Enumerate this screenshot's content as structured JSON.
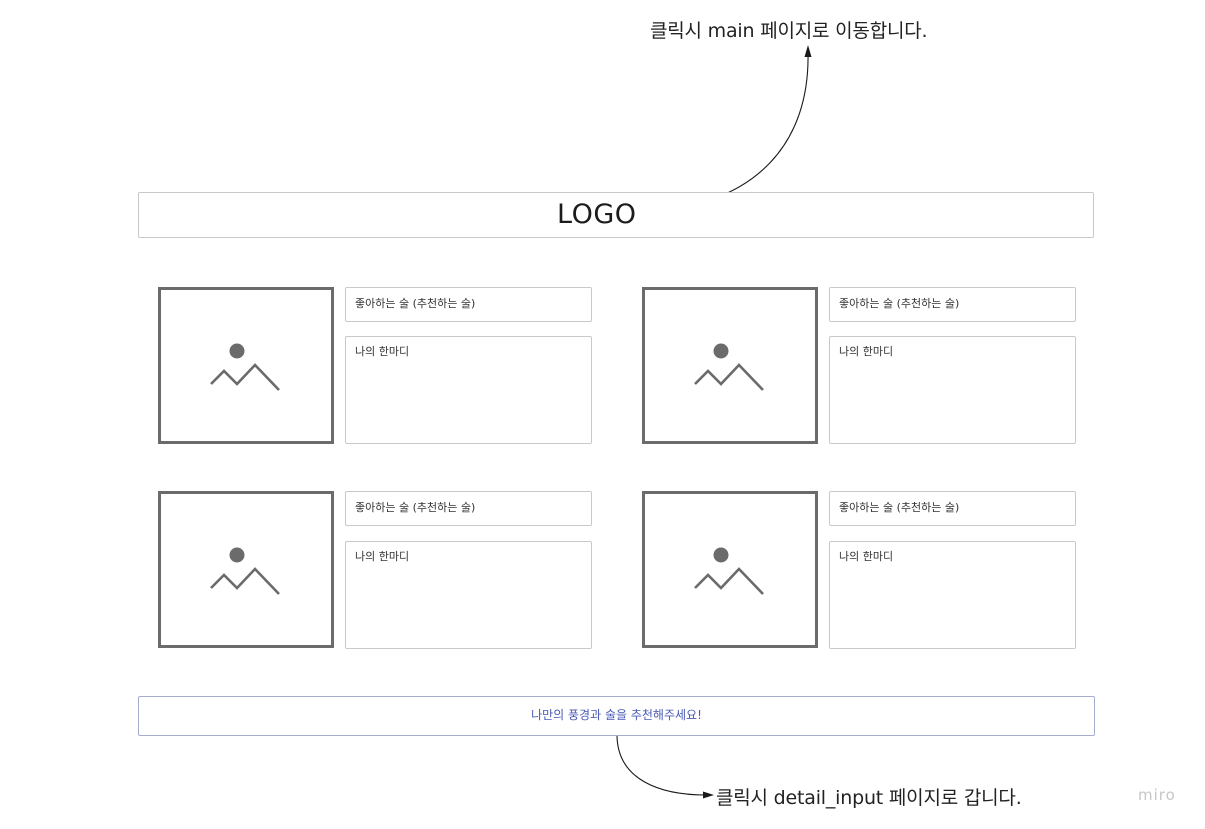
{
  "annotations": {
    "logo_note": "클릭시 main 페이지로 이동합니다.",
    "button_note": "클릭시 detail_input 페이지로 갑니다."
  },
  "header": {
    "logo": "LOGO"
  },
  "cards": [
    {
      "title": "좋아하는 술 (추천하는 술)",
      "comment": "나의 한마디",
      "image_icon": "image-placeholder-icon"
    },
    {
      "title": "좋아하는 술 (추천하는 술)",
      "comment": "나의 한마디",
      "image_icon": "image-placeholder-icon"
    },
    {
      "title": "좋아하는 술 (추천하는 술)",
      "comment": "나의 한마디",
      "image_icon": "image-placeholder-icon"
    },
    {
      "title": "좋아하는 술 (추천하는 술)",
      "comment": "나의 한마디",
      "image_icon": "image-placeholder-icon"
    }
  ],
  "recommend_button": {
    "label": "나만의 풍경과 술을 추천해주세요!"
  },
  "watermark": "miro",
  "colors": {
    "border": "#c9c9c9",
    "image_border": "#6b6b6b",
    "button_text": "#4a5bb4",
    "button_border": "#a6aed0"
  }
}
